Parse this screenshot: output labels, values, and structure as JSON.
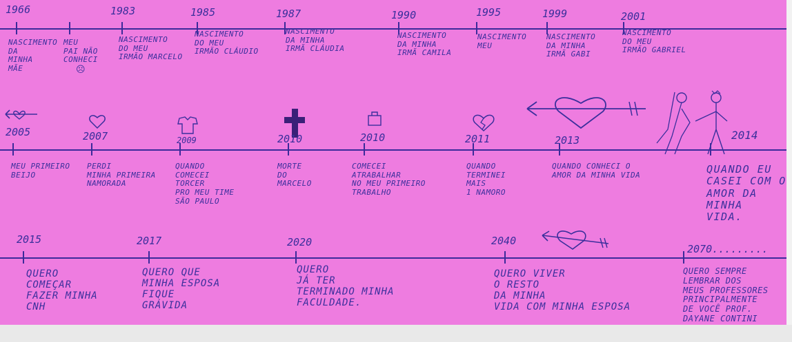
{
  "row1": [
    {
      "year": "1966",
      "label": "NASCIMENTO\nDA\nMINHA\nMÃE"
    },
    {
      "year": "",
      "label": "MEU\nPAI NÃO\nCONHECI"
    },
    {
      "year": "1983",
      "label": "NASCIMENTO\nDO MEU\nIRMÃO MARCELO"
    },
    {
      "year": "1985",
      "label": "NASCIMENTO\nDO MEU\nIRMÃO CLÁUDIO"
    },
    {
      "year": "1987",
      "label": "NASCIMENTO\nDA MINHA\nIRMÃ CLÁUDIA"
    },
    {
      "year": "1990",
      "label": "NASCIMENTO\nDA MINHA\nIRMÃ CAMILA"
    },
    {
      "year": "1995",
      "label": "NASCIMENTO\nMEU"
    },
    {
      "year": "1999",
      "label": "NASCIMENTO\nDA MINHA\nIRMÃ GABI"
    },
    {
      "year": "2001",
      "label": "NASCIMENTO\nDO MEU\nIRMÃO GABRIEL"
    }
  ],
  "row2": [
    {
      "year": "2005",
      "label": "MEU PRIMEIRO\nBEIJO"
    },
    {
      "year": "2007",
      "label": "PERDI\nMINHA PRIMEIRA\nNAMORADA"
    },
    {
      "year": "2009",
      "label": "QUANDO\nCOMECEI\nTORCER\nPRO MEU TIME\nSÃO PAULO"
    },
    {
      "year": "2010",
      "label": "MORTE\nDO\nMARCELO"
    },
    {
      "year": "2010",
      "label": "COMECEI\nATRABALHAR\nNO MEU PRIMEIRO\nTRABALHO"
    },
    {
      "year": "2011",
      "label": "QUANDO\nTERMINEI\nMAIS\n1 NAMORO"
    },
    {
      "year": "2013",
      "label": "QUANDO CONHECI O\nAMOR DA MINHA VIDA"
    },
    {
      "year": "2014",
      "label": "QUANDO EU\nCASEI COM O\nAMOR DA MINHA\nVIDA."
    }
  ],
  "row3": [
    {
      "year": "2015",
      "label": "QUERO\nCOMEÇAR\nFAZER MINHA\nCNH"
    },
    {
      "year": "2017",
      "label": "QUERO QUE\nMINHA ESPOSA\nFIQUE\nGRÁVIDA"
    },
    {
      "year": "2020",
      "label": "QUERO\nJÁ TER\nTERMINADO MINHA\nFACULDADE."
    },
    {
      "year": "2040",
      "label": "QUERO VIVER\nO RESTO\nDA MINHA\nVIDA COM MINHA ESPOSA"
    },
    {
      "year": "2070.........",
      "label": "QUERO SEMPRE\nLEMBRAR DOS\nMEUS PROFESSORES\nPRINCIPALMENTE\nDE VOCÊ PROF.\nDAYANE CONTINI"
    }
  ],
  "colors": {
    "paper": "#ee7ce0",
    "ink": "#3a2f9c",
    "cross": "#3a2078"
  },
  "icons": [
    "heart-arrow-icon",
    "heart-icon",
    "shirt-icon",
    "cross-icon",
    "bag-icon",
    "broken-heart-icon",
    "couple-drawing"
  ]
}
